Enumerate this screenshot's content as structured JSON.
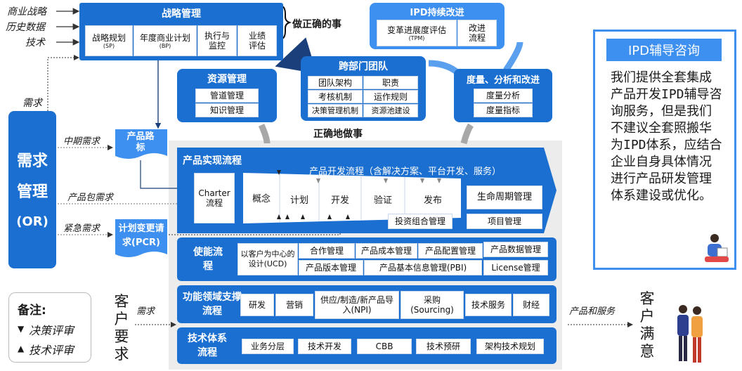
{
  "inputs": [
    "商业战略",
    "历史数据",
    "技术"
  ],
  "strategy": {
    "title": "战略管理",
    "cells": [
      {
        "label": "战略规划",
        "sub": "(SP)"
      },
      {
        "label": "年度商业计划",
        "sub": "(BP)"
      },
      {
        "label": "执行与监控",
        "sub": ""
      },
      {
        "label": "业绩评估",
        "sub": ""
      }
    ]
  },
  "do_right_thing": "做正确的事",
  "ipd_improve": {
    "title": "IPD持续改进",
    "cells": [
      {
        "label": "变革进展度评估",
        "sub": "(TPM)"
      },
      {
        "label": "改进流程",
        "sub": ""
      }
    ]
  },
  "resource": {
    "title": "资源管理",
    "cells": [
      "管道管理",
      "知识管理"
    ]
  },
  "cross_team": {
    "title": "跨部门团队",
    "cells": [
      "团队架构",
      "职责",
      "考核机制",
      "运作规则",
      "决策管理机制",
      "资源池建设"
    ]
  },
  "measure": {
    "title": "度量、分析和改进",
    "cells": [
      "度量分析",
      "度量指标"
    ]
  },
  "do_things_right": "正确地做事",
  "demand_label": "需求",
  "or_box": {
    "line1": "需求",
    "line2": "管理",
    "line3": "(OR)"
  },
  "mid_demand": "中期需求",
  "package_demand": "产品包需求",
  "urgent_demand": "紧急需求",
  "roadmap": "产品路标",
  "pcr": "计划变更请求(PCR)",
  "realize": {
    "title": "产品实现流程",
    "dev_flow": "产品开发流程（含解决方案、平台开发、服务）",
    "charter": "Charter流程",
    "stages": [
      "概念",
      "计划",
      "开发",
      "验证",
      "发布"
    ],
    "lifecycle": "生命周期管理",
    "portfolio": "投资组合管理",
    "project": "项目管理"
  },
  "enablement": {
    "title": "使能流程",
    "cells": [
      "以客户为中心的设计(UCD)",
      "合作管理",
      "产品成本管理",
      "产品配置管理",
      "产品数据管理",
      "产品版本管理",
      "产品基本信息管理(PBI)",
      "License管理"
    ]
  },
  "functional": {
    "title": "功能领域支撑流程",
    "cells": [
      "研发",
      "营销",
      "供应/制造/新产品导入(NPI)",
      "采购(Sourcing)",
      "技术服务",
      "财经"
    ]
  },
  "tech_system": {
    "title": "技术体系流程",
    "cells": [
      "业务分层",
      "技术开发",
      "CBB",
      "技术预研",
      "架构技术规划"
    ]
  },
  "legend": {
    "title": "备注:",
    "items": [
      "决策评审",
      "技术评审"
    ]
  },
  "customer_req": "客户要求",
  "req_arrow": "需求",
  "product_service": "产品和服务",
  "customer_sat": "客户满意",
  "consult": {
    "title": "IPD辅导咨询",
    "text": "我们提供全套集成产品开发IPD辅导咨询服务，但是我们不建议全套照搬华为IPD体系，应结合企业自身具体情况进行产品研发管理体系建设或优化。"
  },
  "colors": {
    "primary": "#1a6fd0",
    "light": "#3d8ff0",
    "gray_panel": "#ededed"
  }
}
